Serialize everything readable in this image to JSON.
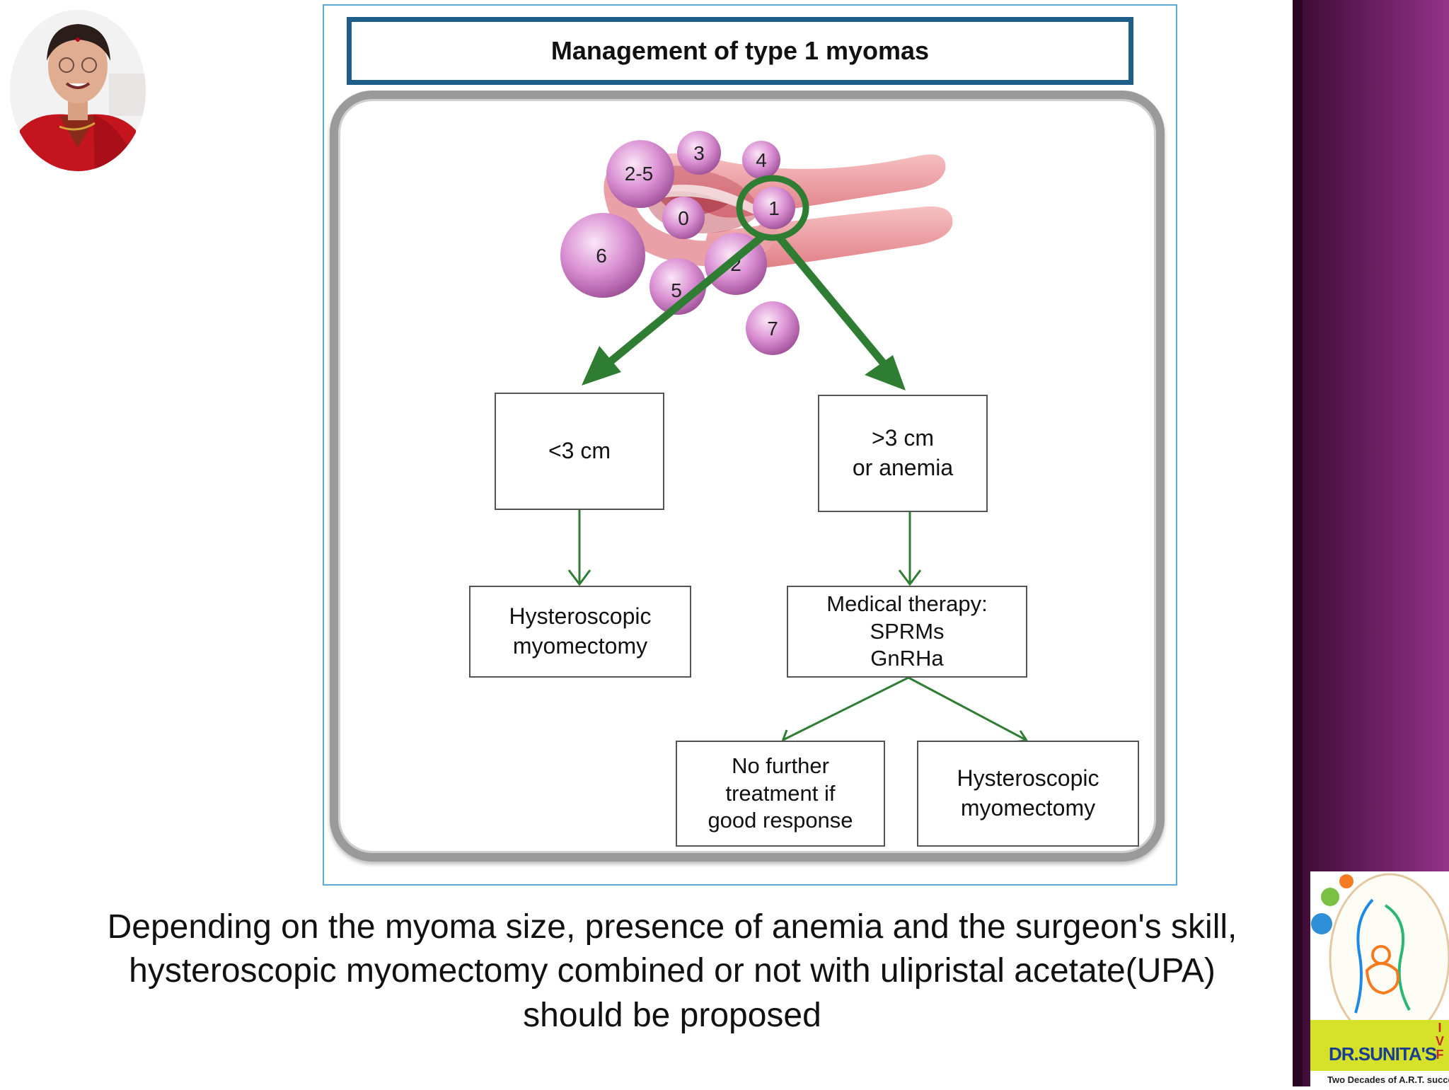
{
  "slide": {
    "title": "Management of type 1 myomas",
    "caption": "Depending on the myoma size, presence of anemia and the surgeon's skill, hysteroscopic myomectomy combined or not with ulipristal acetate(UPA) should be proposed"
  },
  "diagram": {
    "myoma_labels": [
      "2-5",
      "3",
      "4",
      "0",
      "1",
      "6",
      "2",
      "5",
      "7"
    ],
    "boxes": {
      "small": "<3 cm",
      "large": ">3 cm\nor anemia",
      "hysteroscopic_left": "Hysteroscopic\nmyomectomy",
      "medical": "Medical therapy:\nSPRMs\nGnRHa",
      "no_further": "No further\ntreatment if\ngood response",
      "hysteroscopic_right": "Hysteroscopic\nmyomectomy"
    }
  },
  "logo": {
    "name": "DR.SUNITA'S",
    "suffix": "I\nV\nF",
    "tagline": "Two Decades of A.R.T. success"
  },
  "colors": {
    "sidebar": "#5e1a55",
    "arrow_green": "#2e7d32",
    "title_border": "#1f5e8a",
    "myoma_pink": "#d98ed2"
  }
}
